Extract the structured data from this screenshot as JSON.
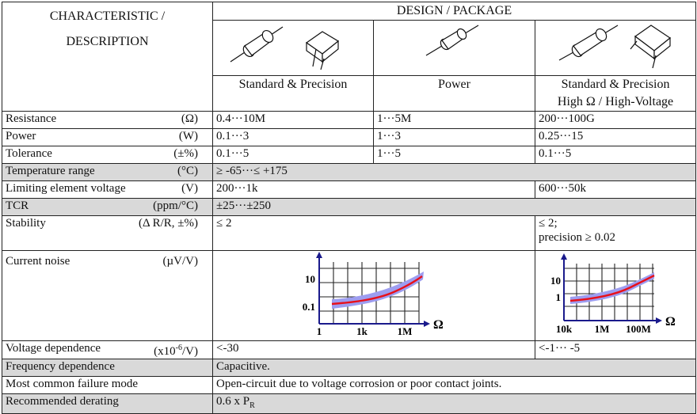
{
  "header": {
    "characteristic_line1": "CHARACTERISTIC /",
    "characteristic_line2": "DESCRIPTION",
    "design_package": "DESIGN / PACKAGE"
  },
  "columns": [
    {
      "label_line1": "Standard & Precision",
      "label_line2": ""
    },
    {
      "label_line1": "Power",
      "label_line2": ""
    },
    {
      "label_line1": "Standard & Precision",
      "label_line2": "High Ω / High-Voltage"
    }
  ],
  "rows": {
    "resistance": {
      "label": "Resistance",
      "unit": "(Ω)",
      "c1": "0.4···10M",
      "c2": "1···5M",
      "c3": "200···100G"
    },
    "power": {
      "label": "Power",
      "unit": "(W)",
      "c1": "0.1···3",
      "c2": "1···3",
      "c3": "0.25···15"
    },
    "tolerance": {
      "label": "Tolerance",
      "unit": "(±%)",
      "c1": "0.1···5",
      "c2": "1···5",
      "c3": "0.1···5"
    },
    "temperature": {
      "label": "Temperature range",
      "unit": "(°C)",
      "value": "≥ -65···≤ +175"
    },
    "limiting": {
      "label": "Limiting element voltage",
      "unit": "(V)",
      "c12": "200···1k",
      "c3": "600···50k"
    },
    "tcr": {
      "label": "TCR",
      "unit": "(ppm/°C)",
      "value": "±25···±250"
    },
    "stability": {
      "label": "Stability",
      "unit": "(Δ R/R, ±%)",
      "c12": "≤ 2",
      "c3_line1": "≤ 2;",
      "c3_line2": "precision ≥ 0.02"
    },
    "noise": {
      "label": "Current noise",
      "unit": "(µV/V)"
    },
    "voltage_dep": {
      "label": "Voltage dependence",
      "unit_pre": "(x10",
      "unit_sup": "-6",
      "unit_post": "/V)",
      "c12": "<-30",
      "c3": "<-1··· -5"
    },
    "frequency": {
      "label": "Frequency dependence",
      "value": "Capacitive."
    },
    "failure": {
      "label": "Most common failure mode",
      "value": "Open-circuit due to voltage corrosion or poor contact joints."
    },
    "derating": {
      "label": "Recommended derating",
      "value_main": "0.6 x P",
      "value_sub": "R"
    }
  },
  "noise_chart_left": {
    "y_ticks": [
      "10",
      "0.1"
    ],
    "x_ticks": [
      "1",
      "1k",
      "1M"
    ],
    "x_axis_symbol": "Ω"
  },
  "noise_chart_right": {
    "y_ticks": [
      "10",
      "1"
    ],
    "x_ticks": [
      "10k",
      "1M",
      "100M"
    ],
    "x_axis_symbol": "Ω"
  },
  "colors": {
    "shade": "#d9d9d9",
    "curve": "#e8101a",
    "band": "#9d9df0",
    "axis": "#1a1a8c"
  }
}
